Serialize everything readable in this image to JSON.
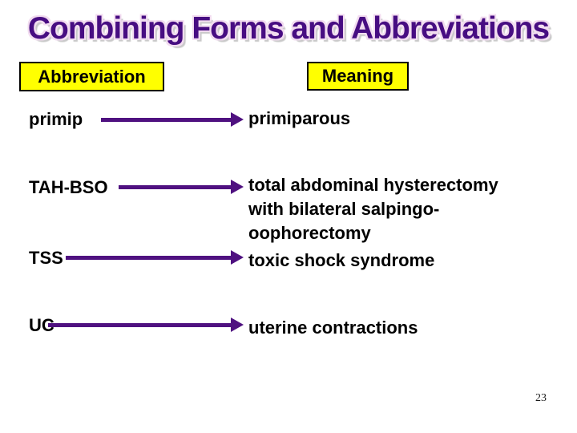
{
  "slide": {
    "title": "Combining Forms and Abbreviations",
    "page_number": "23",
    "headers": {
      "abbreviation": "Abbreviation",
      "meaning": "Meaning"
    },
    "rows": [
      {
        "abbreviation": "primip",
        "meaning": "primiparous"
      },
      {
        "abbreviation": "TAH-BSO",
        "meaning": "total abdominal hysterectomy\nwith bilateral salpingo-\noophorectomy"
      },
      {
        "abbreviation": "TSS",
        "meaning": "toxic shock syndrome"
      },
      {
        "abbreviation": "UC",
        "meaning": "uterine contractions"
      }
    ],
    "colors": {
      "background": "#ffffff",
      "title_text": "#470d82",
      "title_outline": "#f2dcf0",
      "title_shadow": "#c9c9c9",
      "header_background": "#ffff00",
      "header_border": "#000000",
      "arrow": "#4f1180",
      "body_text": "#000000"
    }
  }
}
